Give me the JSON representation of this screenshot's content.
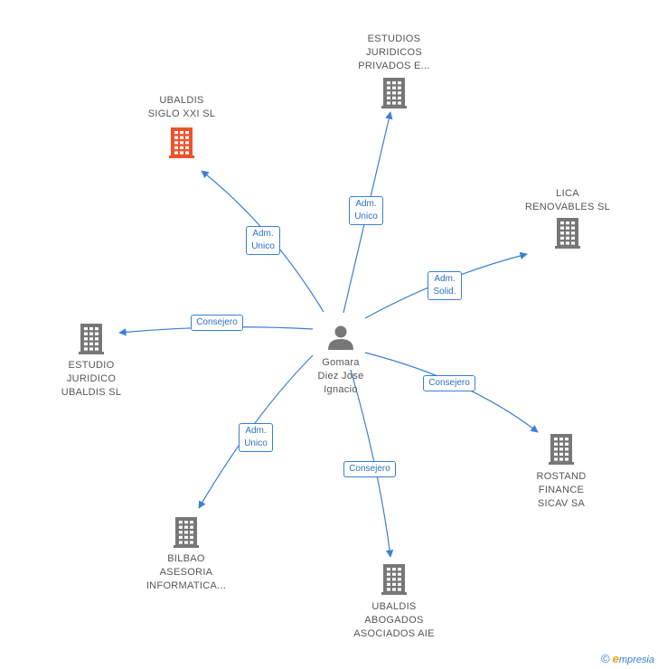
{
  "center": {
    "lines": [
      "Gomara",
      "Diez Jose",
      "Ignacio"
    ],
    "icon": "person-icon"
  },
  "companies": [
    {
      "id": "estudios-juridicos",
      "lines": [
        "ESTUDIOS",
        "JURIDICOS",
        "PRIVADOS E..."
      ],
      "highlight": false
    },
    {
      "id": "ubaldis-siglo",
      "lines": [
        "UBALDIS",
        "SIGLO XXI SL"
      ],
      "highlight": true
    },
    {
      "id": "lica",
      "lines": [
        "LICA",
        "RENOVABLES SL"
      ],
      "highlight": false
    },
    {
      "id": "estudio-juridico",
      "lines": [
        "ESTUDIO",
        "JURIDICO",
        "UBALDIS  SL"
      ],
      "highlight": false
    },
    {
      "id": "rostand",
      "lines": [
        "ROSTAND",
        "FINANCE",
        "SICAV SA"
      ],
      "highlight": false
    },
    {
      "id": "bilbao",
      "lines": [
        "BILBAO",
        "ASESORIA",
        "INFORMATICA..."
      ],
      "highlight": false
    },
    {
      "id": "ubaldis-abogados",
      "lines": [
        "UBALDIS",
        "ABOGADOS",
        "ASOCIADOS AIE"
      ],
      "highlight": false
    }
  ],
  "edges": [
    {
      "to": "estudios-juridicos",
      "lines": [
        "Adm.",
        "Unico"
      ]
    },
    {
      "to": "ubaldis-siglo",
      "lines": [
        "Adm.",
        "Unico"
      ]
    },
    {
      "to": "lica",
      "lines": [
        "Adm.",
        "Solid."
      ]
    },
    {
      "to": "estudio-juridico",
      "lines": [
        "Consejero"
      ]
    },
    {
      "to": "rostand",
      "lines": [
        "Consejero"
      ]
    },
    {
      "to": "bilbao",
      "lines": [
        "Adm.",
        "Unico"
      ]
    },
    {
      "to": "ubaldis-abogados",
      "lines": [
        "Consejero"
      ]
    }
  ],
  "colors": {
    "edge": "#3a7fd5",
    "building": "#777777",
    "highlight": "#f0532a",
    "person": "#777777"
  },
  "footer": {
    "copyright": "©",
    "brand_initial": "e",
    "brand_rest": "mpresia"
  }
}
